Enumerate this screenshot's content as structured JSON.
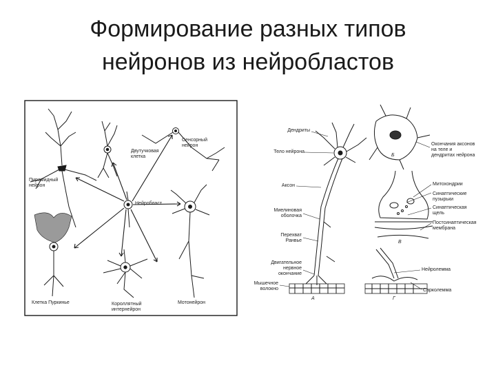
{
  "slide": {
    "title_line1": "Формирование разных типов",
    "title_line2": "нейронов из нейробластов"
  },
  "left_figure": {
    "labels": {
      "pyramidal": "Пирамидный нейрон",
      "golgi_cell": "Двутучковая клетка",
      "sensory": "Сенсорный нейрон",
      "neuroblast": "Нейробласт",
      "purkinje": "Клетка Пуркинье",
      "interneuron": "Короллятный интернейрон",
      "motoneuron": "Мотонейрон"
    }
  },
  "right_figure": {
    "labels": {
      "dendrites": "Дендриты",
      "cell_body": "Тело нейрона",
      "axon": "Аксон",
      "myelin": "Миелиновая оболочка",
      "ranvier": "Перехват Ранвье",
      "motor_ending": "Двигательное нервное окончание",
      "muscle_fiber": "Мышечное волокно",
      "panel_a": "А",
      "axon_endings": "Окончания аксонов на теле и дендритах нейрона",
      "panel_b": "Б",
      "mitochondria": "Митохондрии",
      "vesicles": "Синаптические пузырьки",
      "synaptic_cleft": "Синаптическая щель",
      "postsynaptic": "Постсинаптическая мембрана",
      "panel_v": "В",
      "neurolemma": "Нейролемма",
      "sarcolemma": "Сарколемма",
      "panel_g": "Г"
    }
  }
}
